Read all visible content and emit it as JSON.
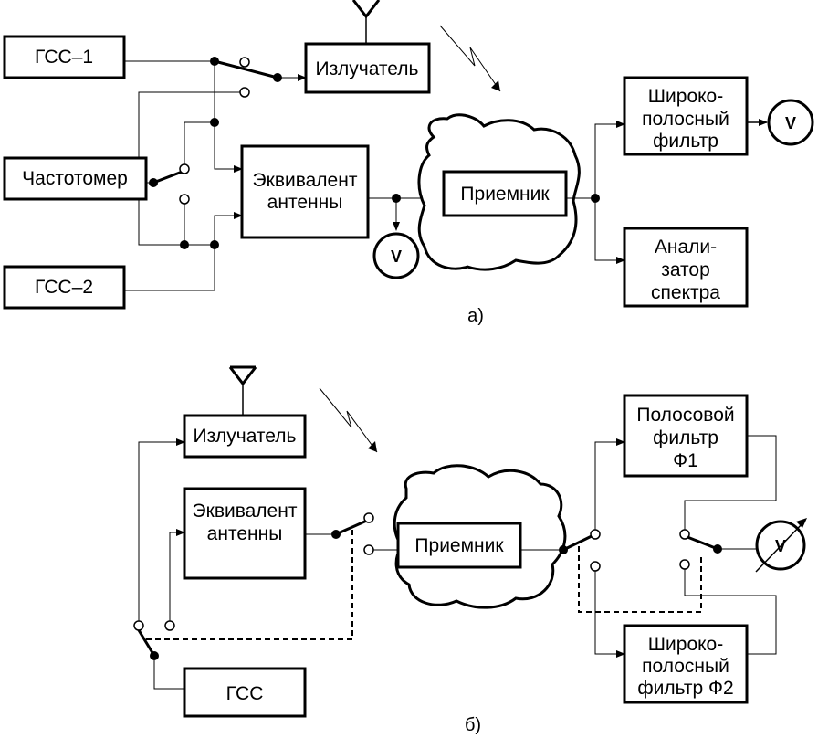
{
  "diagram_a": {
    "caption": "а)",
    "gss1": "ГСС–1",
    "freq_meter": "Частотомер",
    "gss2": "ГСС–2",
    "emitter": "Излучатель",
    "antenna_equiv": [
      "Эквивалент",
      "антенны"
    ],
    "receiver": "Приемник",
    "wideband_filter": [
      "Широко-",
      "полосный",
      "фильтр"
    ],
    "spectrum_analyzer": [
      "Анали-",
      "затор",
      "спектра"
    ],
    "meter_left": "V",
    "meter_right": "V"
  },
  "diagram_b": {
    "caption": "б)",
    "emitter": "Излучатель",
    "antenna_equiv": [
      "Эквивалент",
      "антенны"
    ],
    "receiver": "Приемник",
    "gss": "ГСС",
    "bandpass_filter": [
      "Полосовой",
      "фильтр",
      "Ф1"
    ],
    "wideband_filter": [
      "Широко-",
      "полосный",
      "фильтр Ф2"
    ],
    "meter": "V"
  }
}
